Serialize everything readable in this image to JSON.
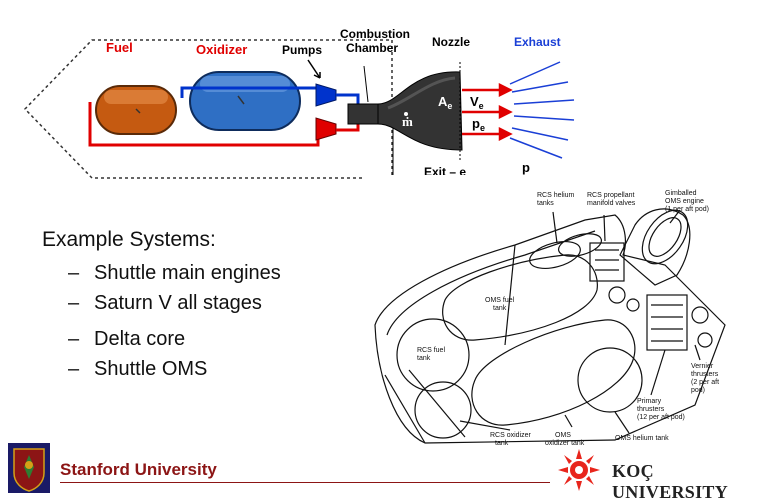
{
  "rocket_diagram": {
    "labels": {
      "fuel": "Fuel",
      "oxidizer": "Oxidizer",
      "pumps": "Pumps",
      "combustion_line1": "Combustion",
      "combustion_line2": "Chamber",
      "nozzle": "Nozzle",
      "exhaust": "Exhaust",
      "mdot": "ṁ",
      "ae": "A",
      "ae_sub": "e",
      "ve": "V",
      "ve_sub": "e",
      "pe": "p",
      "pe_sub": "e",
      "exit": "Exit – e",
      "p_ambient": "p"
    },
    "colors": {
      "fuel": "#c55a11",
      "oxidizer": "#2f6fc4",
      "pump_fuel": "#e00000",
      "pump_ox": "#0033cc",
      "line_red": "#e00000",
      "line_blue": "#0033cc",
      "exhaust": "#1a3fd6"
    }
  },
  "systems": {
    "heading": "Example Systems:",
    "items": [
      "Shuttle main engines",
      "Saturn V all stages",
      "Delta core",
      "Shuttle OMS"
    ],
    "dash": "–"
  },
  "oms_diagram": {
    "labels": {
      "rcs_helium_l1": "RCS helium",
      "rcs_helium_l2": "tanks",
      "rcs_valves_l1": "RCS propellant",
      "rcs_valves_l2": "manifold valves",
      "gimballed_l1": "Gimballed",
      "gimballed_l2": "OMS engine",
      "gimballed_l3": "(1 per aft pod)",
      "oms_fuel_l1": "OMS fuel",
      "oms_fuel_l2": "tank",
      "rcs_fuel_l1": "RCS fuel",
      "rcs_fuel_l2": "tank",
      "vernier_l1": "Vernier",
      "vernier_l2": "thrusters",
      "vernier_l3": "(2 per aft",
      "vernier_l4": "pod)",
      "primary_l1": "Primary",
      "primary_l2": "thrusters",
      "primary_l3": "(12 per aft pod)",
      "rcs_ox_l1": "RCS oxidizer",
      "rcs_ox_l2": "tank",
      "oms_ox_l1": "OMS",
      "oms_ox_l2": "oxidizer tank",
      "oms_helium": "OMS helium tank"
    }
  },
  "footer": {
    "stanford": "Stanford University",
    "koc": "KOÇ UNIVERSITY",
    "colors": {
      "stanford": "#8c1515",
      "koc": "#e8251c"
    }
  }
}
